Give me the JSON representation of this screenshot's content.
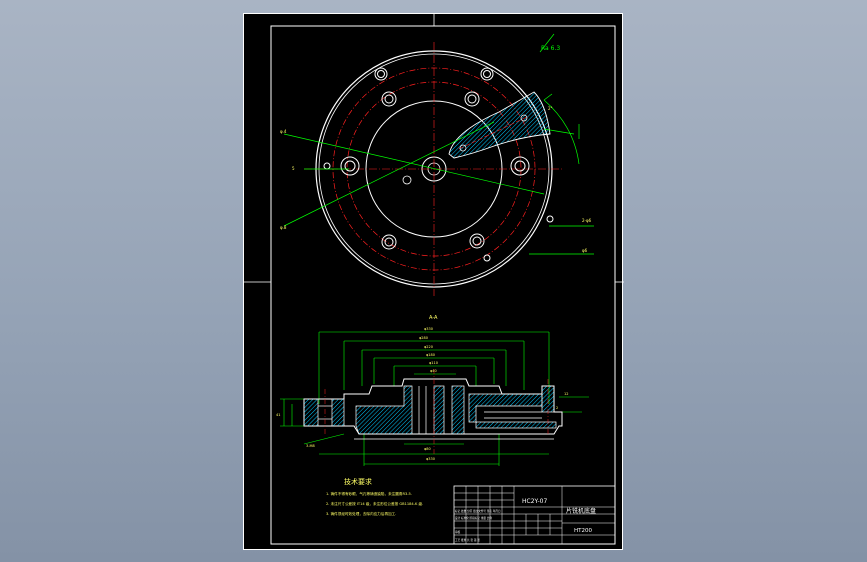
{
  "drawing": {
    "scale_label": "Ra 6.3",
    "section_label": "A-A",
    "notes": {
      "heading": "技术要求",
      "items": [
        "1. 铸件不得有砂眼、气孔等铸造缺陷，未注圆角R3-5.",
        "2. 未注尺寸公差按 IT14 级，未注形位公差按 GB1184-K 级.",
        "3. 铸件须经时效处理，去除内应力后再加工."
      ]
    },
    "title_block": {
      "drawing_number": "HC2Y-07",
      "part_name": "片铣机底盘",
      "material": "HT200",
      "rows": [
        "标记 处数 分区 更改文件号 签名 年月日",
        "设计 标准化 阶段标记 重量 比例",
        "审核",
        "工艺 批准 共 张 第 张"
      ]
    },
    "colors": {
      "sheet": "#000000",
      "frame": "#ffffff",
      "outline": "#ffffff",
      "centerline": "#ff2020",
      "dimension": "#00ff00",
      "hatch": "#00c8ff",
      "text": "#ffff66"
    }
  }
}
